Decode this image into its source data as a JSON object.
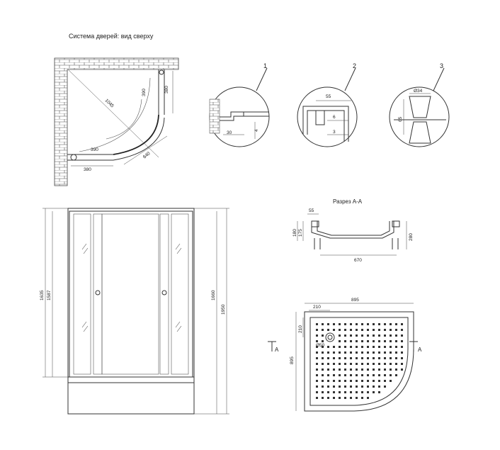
{
  "title_top_view": "Система дверей: вид сверху",
  "title_section": "Разрез А-А",
  "callouts": {
    "c1": "1",
    "c2": "2",
    "c3": "3"
  },
  "top_view_dims": {
    "diag": "1045",
    "r1": "390",
    "r2": "390",
    "w": "380",
    "h": "380",
    "door": "640"
  },
  "detail1": {
    "a": "30",
    "b": "4"
  },
  "detail2": {
    "a": "55",
    "b": "6",
    "c": "3"
  },
  "detail3": {
    "a": "Ø34",
    "b": "65"
  },
  "front_dims": {
    "d1": "1635",
    "d2": "1587",
    "d3": "1660",
    "d4": "1950"
  },
  "section_dims": {
    "a": "55",
    "b": "180",
    "c": "175",
    "d": "280",
    "e": "670"
  },
  "tray_dims": {
    "w": "895",
    "h": "895",
    "off": "210",
    "offv": "210",
    "drain": "Ø50"
  },
  "section_marks": {
    "left": "А",
    "right": "А"
  },
  "colors": {
    "line": "#333333",
    "background": "#ffffff"
  }
}
